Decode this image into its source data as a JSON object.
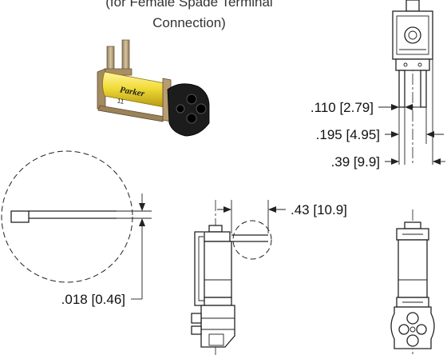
{
  "caption": {
    "line1": "(for Female Spade Terminal",
    "line2": "Connection)"
  },
  "photo": {
    "brand": "Parker",
    "model": "11"
  },
  "dimensions": {
    "d110": ".110 [2.79]",
    "d195": ".195 [4.95]",
    "d39": ".39 [9.9]",
    "d43": ".43 [10.9]",
    "d018": ".018 [0.46]"
  },
  "colors": {
    "coil_yellow": "#f2dc3a",
    "body_black": "#1c1c1c",
    "bracket_metal": "#b49a72"
  }
}
